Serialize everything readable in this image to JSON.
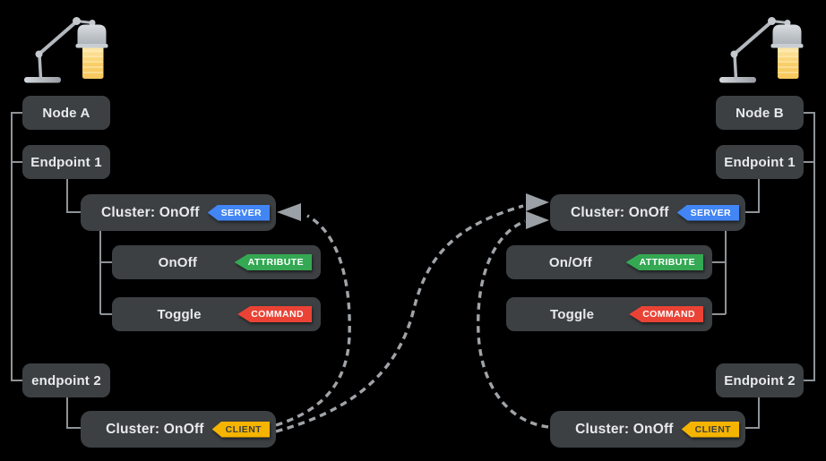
{
  "colors": {
    "background": "#000000",
    "box-bg": "#3c4043",
    "text": "#e8eaed",
    "connector": "#8f9397",
    "binding-dash": "#a0a4a8",
    "arrowhead": "#9aa0a6"
  },
  "badges": {
    "server": {
      "label": "SERVER",
      "bg": "#4285f4",
      "fg": "#ffffff"
    },
    "attribute": {
      "label": "ATTRIBUTE",
      "bg": "#34a853",
      "fg": "#ffffff"
    },
    "command": {
      "label": "COMMAND",
      "bg": "#ea4335",
      "fg": "#ffffff"
    },
    "client": {
      "label": "CLIENT",
      "bg": "#f5b400",
      "fg": "#3c4043"
    }
  },
  "node_a": {
    "title": "Node A",
    "endpoint1": "Endpoint 1",
    "server_cluster": "Cluster: OnOff",
    "attribute": "OnOff",
    "command": "Toggle",
    "endpoint2": "endpoint 2",
    "client_cluster": "Cluster: OnOff"
  },
  "node_b": {
    "title": "Node B",
    "endpoint1": "Endpoint 1",
    "server_cluster": "Cluster: OnOff",
    "attribute": "On/Off",
    "command": "Toggle",
    "endpoint2": "Endpoint 2",
    "client_cluster": "Cluster: OnOff"
  },
  "icons": {
    "node_a": "desk-lamp-icon",
    "node_b": "desk-lamp-icon"
  }
}
